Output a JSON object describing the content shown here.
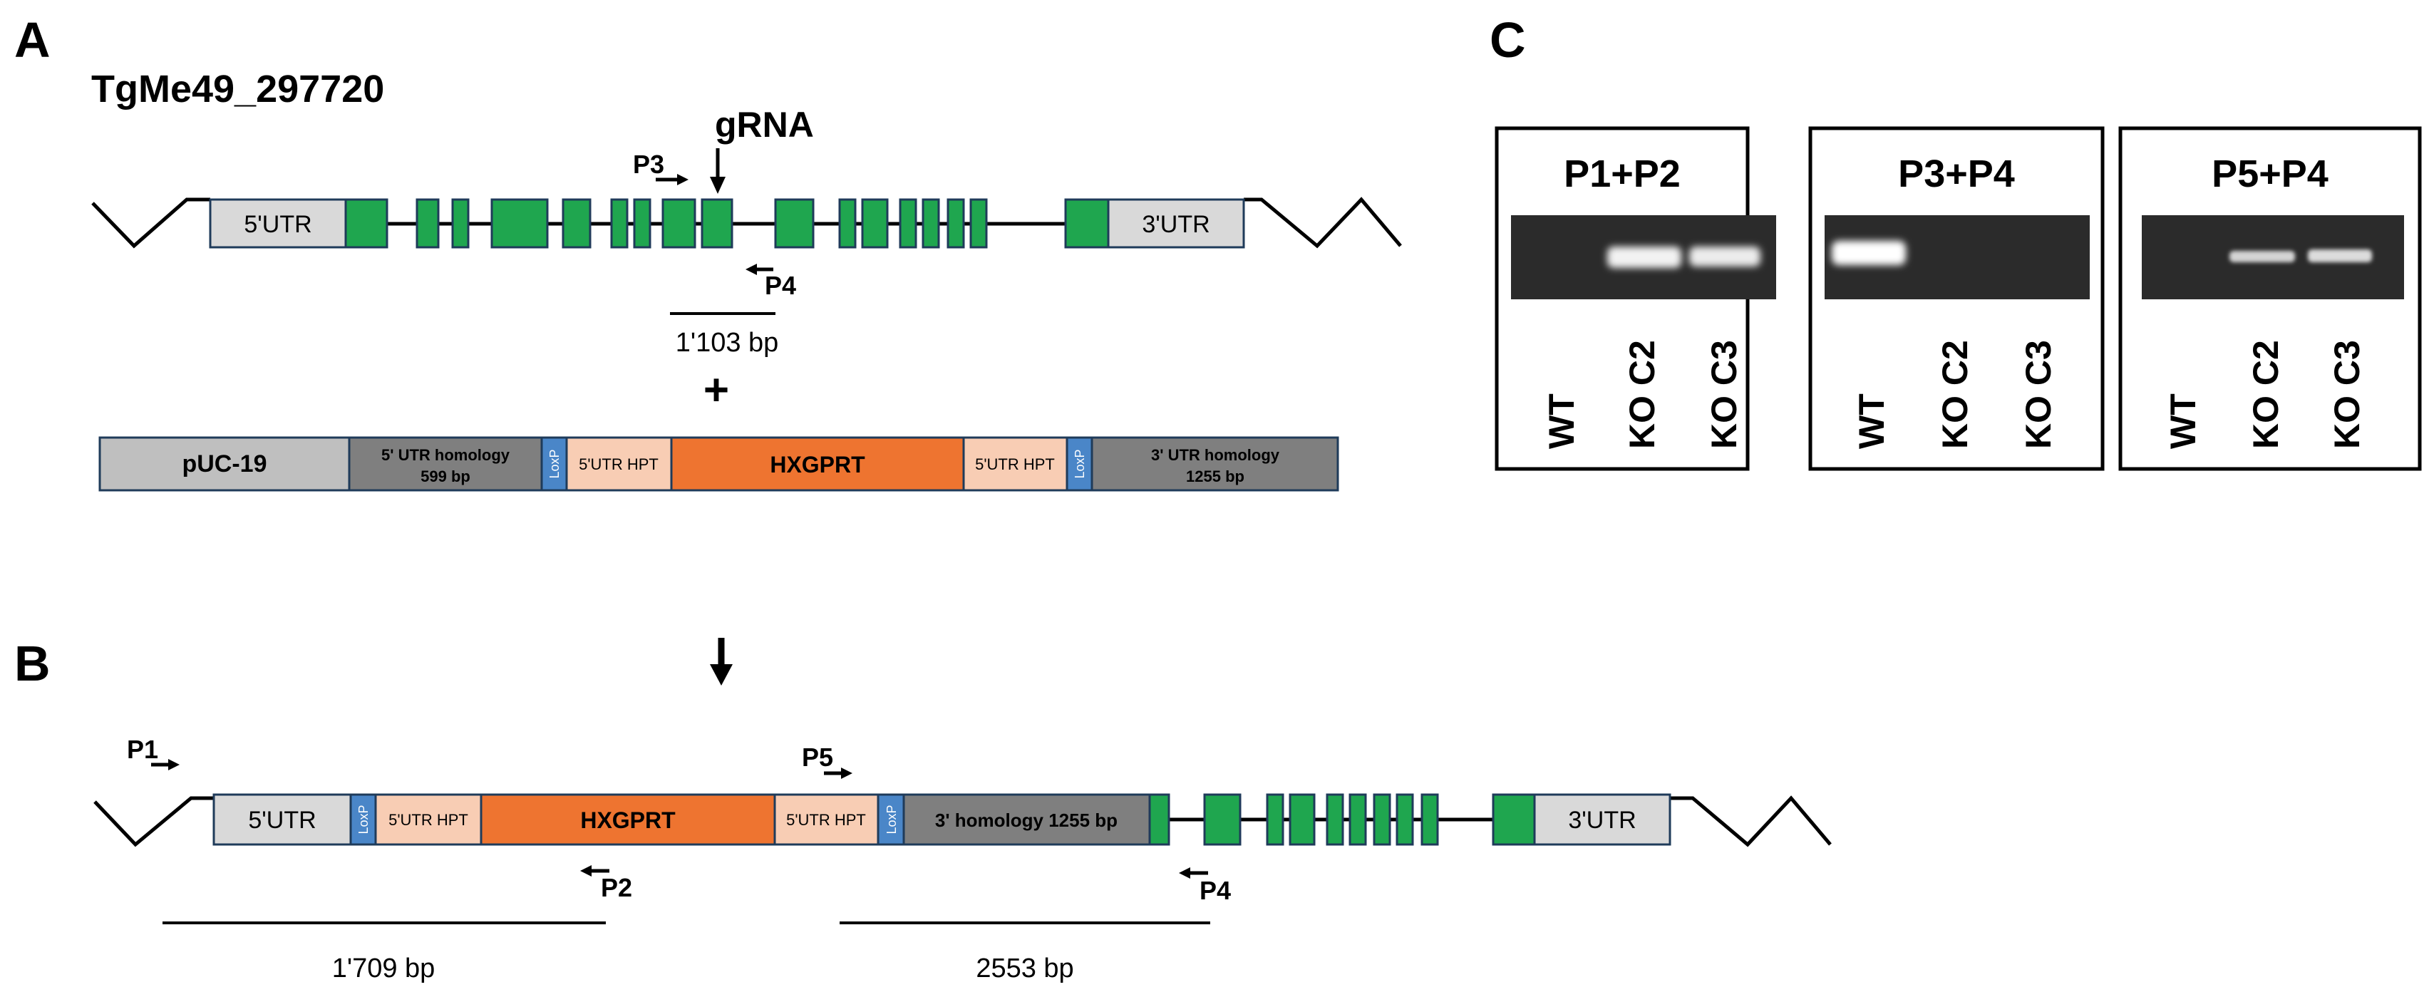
{
  "panel_labels": {
    "a": "A",
    "b": "B",
    "c": "C"
  },
  "colors": {
    "exon": "#1fa64f",
    "utr": "#d9d9d9",
    "hxgprt": "#ee7430",
    "hpt": "#f8cdb4",
    "homology": "#7f7f7f",
    "puc": "#bfbfbf",
    "loxp": "#4a86c8",
    "gel_bg": "#2b2b2b",
    "band": "#f2f2f2"
  },
  "panel_a": {
    "gene_id": "TgMe49_297720",
    "grna_label": "gRNA",
    "primers": {
      "p3": "P3",
      "p4": "P4"
    },
    "utr5": "5'UTR",
    "utr3": "3'UTR",
    "amplicon": "1'103 bp",
    "plus": "+",
    "construct": {
      "puc": "pUC-19",
      "hom5_line1": "5' UTR homology",
      "hom5_line2": "599 bp",
      "loxp": "LoxP",
      "hpt5": "5'UTR HPT",
      "hxgprt": "HXGPRT",
      "hpt3": "5'UTR HPT",
      "hom3_line1": "3' UTR homology",
      "hom3_line2": "1255 bp"
    }
  },
  "panel_b": {
    "primers": {
      "p1": "P1",
      "p2": "P2",
      "p4": "P4",
      "p5": "P5"
    },
    "utr5": "5'UTR",
    "loxp": "LoxP",
    "hpt5": "5'UTR HPT",
    "hxgprt": "HXGPRT",
    "hpt3": "5'UTR HPT",
    "homology": "3' homology 1255 bp",
    "utr3": "3'UTR",
    "amplicon1": "1'709 bp",
    "amplicon2": "2553 bp"
  },
  "panel_c": {
    "gels": [
      {
        "title": "P1+P2",
        "lanes": [
          "WT",
          "KO C2",
          "KO C3"
        ]
      },
      {
        "title": "P3+P4",
        "lanes": [
          "WT",
          "KO C2",
          "KO C3"
        ]
      },
      {
        "title": "P5+P4",
        "lanes": [
          "WT",
          "KO C2",
          "KO C3"
        ]
      }
    ]
  }
}
